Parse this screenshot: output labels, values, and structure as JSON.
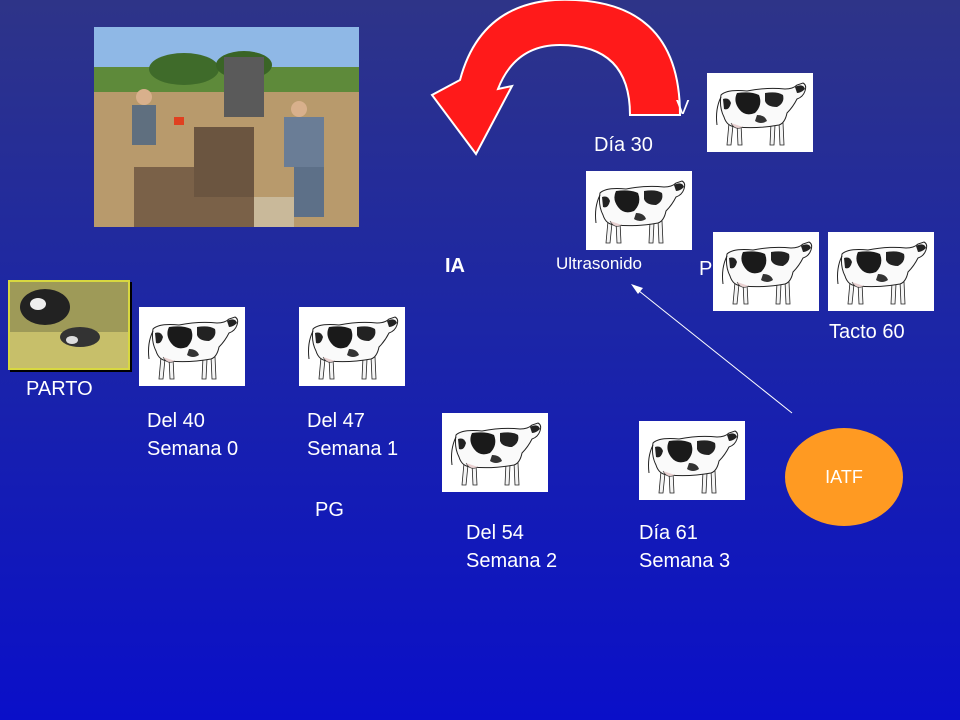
{
  "labels": {
    "parto": "PARTO",
    "del40": "Del 40",
    "sem0": "Semana 0",
    "del47": "Del 47",
    "sem1": "Semana 1",
    "pg": "PG",
    "del54": "Del 54",
    "sem2": "Semana 2",
    "dia61": "Día 61",
    "sem3": "Semana 3",
    "ia": "IA",
    "ultrasonido": "Ultrasonido",
    "dia30": "Día 30",
    "v": "V",
    "p": "P",
    "tacto60": "Tacto 60",
    "iatf": "IATF"
  },
  "colors": {
    "arrow": "#ff1a1a",
    "iatf_circle": "#ff9a22",
    "text": "#ffffff"
  },
  "icons": {
    "cow": "holstein-cow-icon",
    "circular_arrow": "curved-arrow-icon"
  }
}
